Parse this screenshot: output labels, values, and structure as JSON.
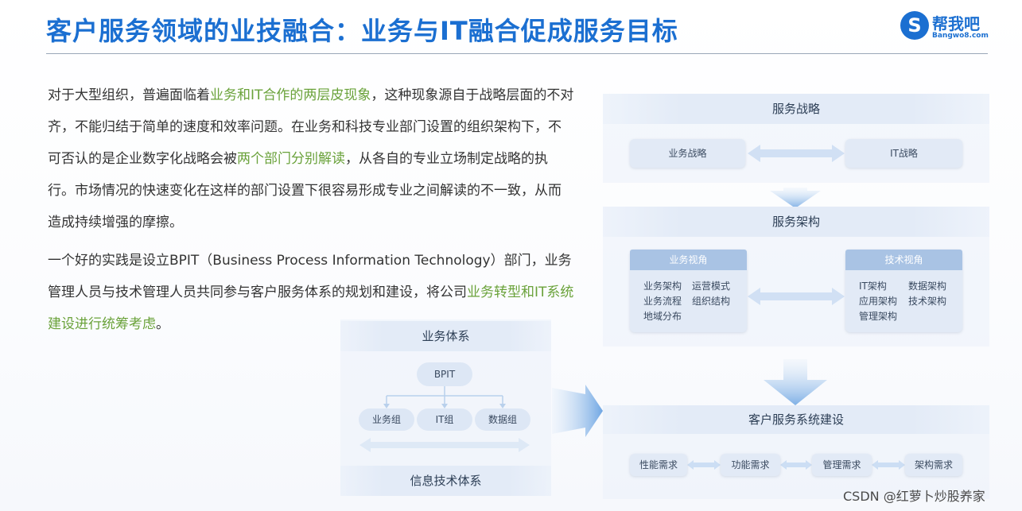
{
  "title": "客户服务领域的业技融合：业务与IT融合促成服务目标",
  "logo": {
    "name": "帮我吧",
    "url": "Bangwo8.com"
  },
  "paragraph1": {
    "t1": "对于大型组织，普遍面临着",
    "h1": "业务和IT合作的两层皮现象",
    "t2": "，这种现象源自于战略层面的不对齐，不能归结于简单的速度和效率问题。在业务和科技专业部门设置的组织架构下，不可否认的是企业数字化战略会被",
    "h2": "两个部门分别解读",
    "t3": "，从各自的专业立场制定战略的执行。市场情况的快速变化在这样的部门设置下很容易形成专业之间解读的不一致，从而造成持续增强的摩擦。"
  },
  "paragraph2": {
    "t1": "一个好的实践是设立BPIT（Business Process Information Technology）部门，业务管理人员与技术管理人员共同参与客户服务体系的规划和建设，将公司",
    "h1": "业务转型和IT系统建设进行统筹考虑",
    "t2": "。"
  },
  "left_diagram": {
    "top_label": "业务体系",
    "center": "BPIT",
    "groups": [
      "业务组",
      "IT组",
      "数据组"
    ],
    "bottom_label": "信息技术体系"
  },
  "strategy": {
    "label": "服务战略",
    "left": "业务战略",
    "right": "IT战略"
  },
  "architecture": {
    "label": "服务架构",
    "business_view": {
      "title": "业务视角",
      "items": [
        "业务架构",
        "运营模式",
        "业务流程",
        "组织结构",
        "地域分布"
      ]
    },
    "tech_view": {
      "title": "技术视角",
      "items": [
        "IT架构",
        "数据架构",
        "应用架构",
        "技术架构",
        "管理架构"
      ]
    }
  },
  "construction": {
    "label": "客户服务系统建设",
    "items": [
      "性能需求",
      "功能需求",
      "管理需求",
      "架构需求"
    ]
  },
  "watermark": "CSDN @红萝卜炒股养家",
  "colors": {
    "title": "#1b6fd1",
    "highlight": "#6aa23a",
    "arrow": "#7fb0e6"
  }
}
